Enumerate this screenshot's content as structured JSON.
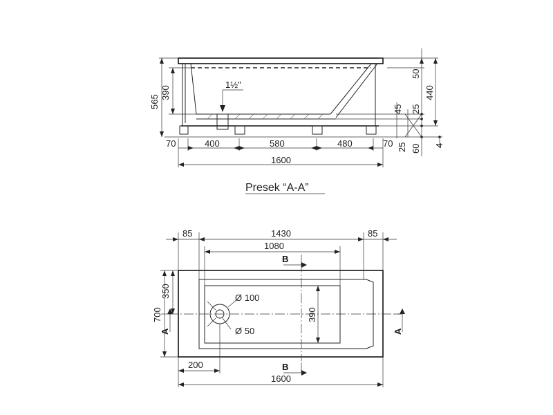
{
  "side_view": {
    "dims_bottom": [
      "70",
      "400",
      "580",
      "480",
      "70"
    ],
    "dim_total": "1600",
    "dim_left_outer": "565",
    "dim_left_inner": "390",
    "dim_pipe": "1½\"",
    "dims_right": [
      "50",
      "440",
      "45",
      "25",
      "25",
      "60",
      "4"
    ],
    "caption": "Presek “A-A”"
  },
  "top_view": {
    "dims_top": [
      "85",
      "1430",
      "85"
    ],
    "dim_inner_length": "1080",
    "dim_bottom_total": "1600",
    "dim_bottom_left": "200",
    "dim_left_outer": "700",
    "dim_left_half": "350",
    "dim_inner_width": "390",
    "drain_outer": "Ø 100",
    "drain_inner": "Ø 50",
    "section_b": "B",
    "section_a": "A"
  }
}
